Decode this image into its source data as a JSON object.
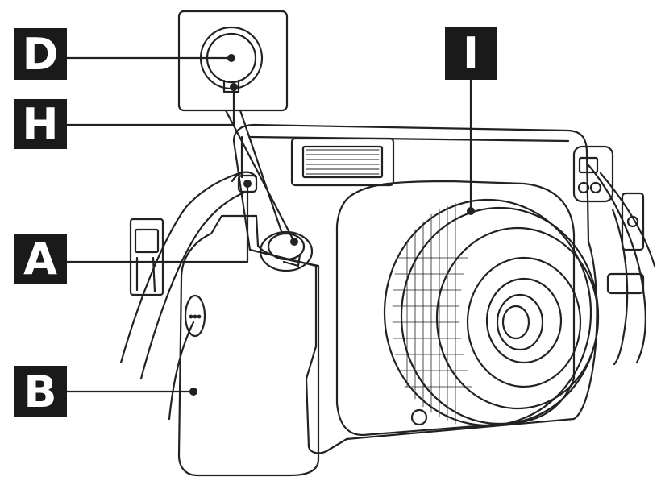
{
  "labels": {
    "d": "D",
    "h": "H",
    "a": "A",
    "b": "B",
    "i": "I"
  },
  "parts": {
    "shutter_button": "D",
    "shutter_button_inset": "H",
    "strap_eyelet": "A",
    "battery_grip": "B",
    "lens_ring": "I"
  },
  "colors": {
    "badge_background": "#1a1a1a",
    "badge_text": "#ffffff",
    "line_art": "#222222",
    "background": "#ffffff"
  }
}
